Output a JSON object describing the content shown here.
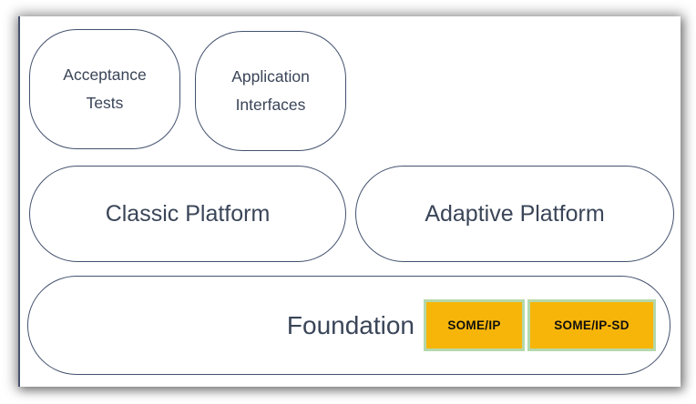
{
  "diagram": {
    "top_bubbles": [
      {
        "label": "Acceptance Tests"
      },
      {
        "label": "Application Interfaces"
      }
    ],
    "platforms": [
      {
        "label": "Classic Platform"
      },
      {
        "label": "Adaptive Platform"
      }
    ],
    "foundation": {
      "label": "Foundation",
      "modules": [
        {
          "label": "SOME/IP"
        },
        {
          "label": "SOME/IP-SD"
        }
      ]
    },
    "colors": {
      "shape_outline": "#44526e",
      "text": "#3a4558",
      "module_fill": "#f7b50a",
      "module_border": "#b5d8ab"
    }
  }
}
